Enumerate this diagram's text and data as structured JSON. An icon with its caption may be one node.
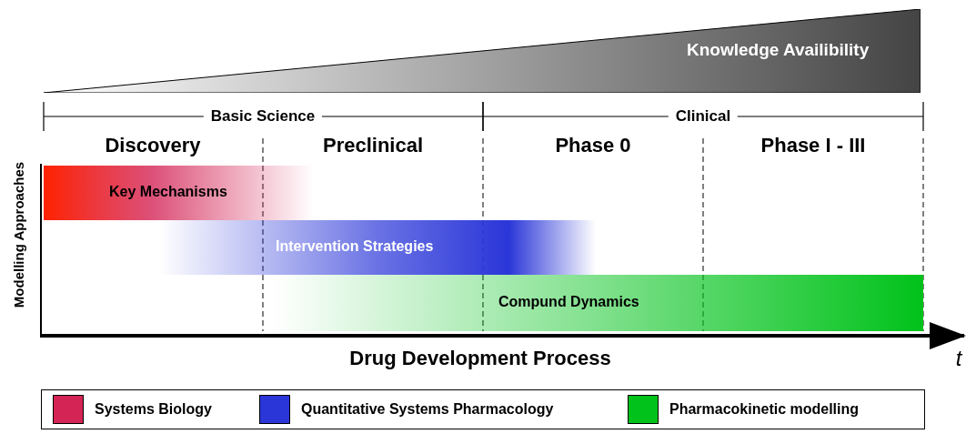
{
  "diagram": {
    "nodes": [
      {
        "text": [
          "Knowledge Availibility"
        ]
      },
      {
        "text": [
          "Key Mechanisms"
        ]
      },
      {
        "text": [
          "Intervention Strategies"
        ]
      },
      {
        "text": [
          "Compund Dynamics"
        ]
      }
    ],
    "labels": [
      "Basic Science",
      "Clinical",
      "Discovery",
      "Preclinical",
      "Phase 0",
      "Phase I - III",
      "Modelling Approaches",
      "Drug Development Process",
      "t"
    ],
    "legend": [
      {
        "text": "Systems Biology",
        "color": "#d42456"
      },
      {
        "text": "Quantitative Systems Pharmacology",
        "color": "#2a36d8"
      },
      {
        "text": "Pharmacokinetic modelling",
        "color": "#00c21a"
      }
    ]
  }
}
